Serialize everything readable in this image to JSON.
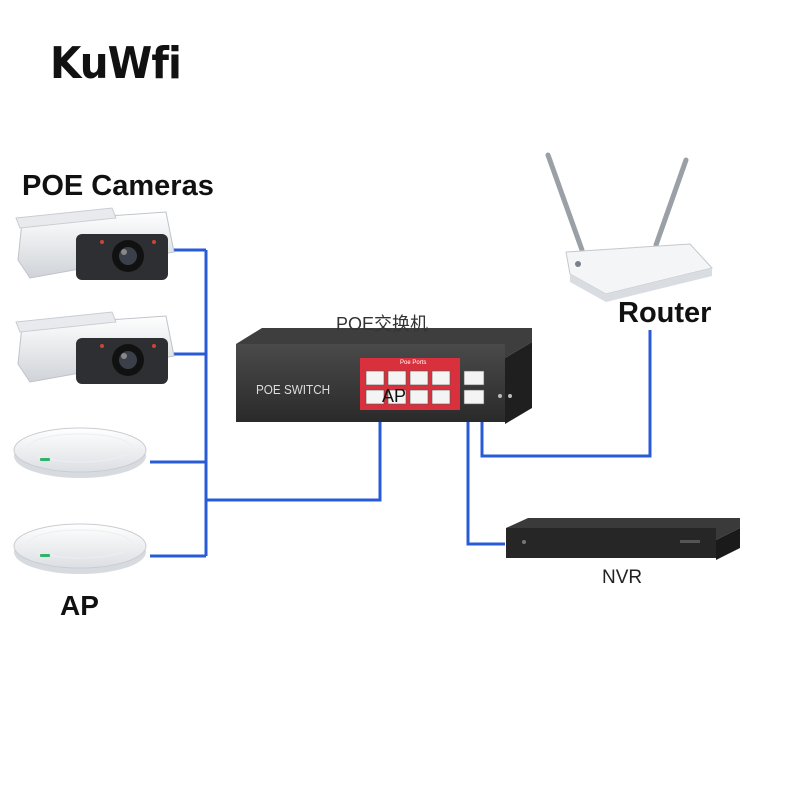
{
  "brand": {
    "logo_text": "KuWfi"
  },
  "labels": {
    "cameras": "POE Cameras",
    "router": "Router",
    "switch_title": "POE交换机",
    "switch_text": "POE SWITCH",
    "switch_ports_title": "Poe Ports",
    "switch_ap_overlay": "AP",
    "nvr": "NVR",
    "ap": "AP"
  },
  "colors": {
    "link": "#2a5bd7",
    "switch_body": "#2b2b2b",
    "switch_panel": "#d8313d",
    "device_white": "#f2f2f2"
  },
  "icons": [
    "camera-icon",
    "access-point-icon",
    "router-icon",
    "switch-icon",
    "nvr-icon"
  ]
}
